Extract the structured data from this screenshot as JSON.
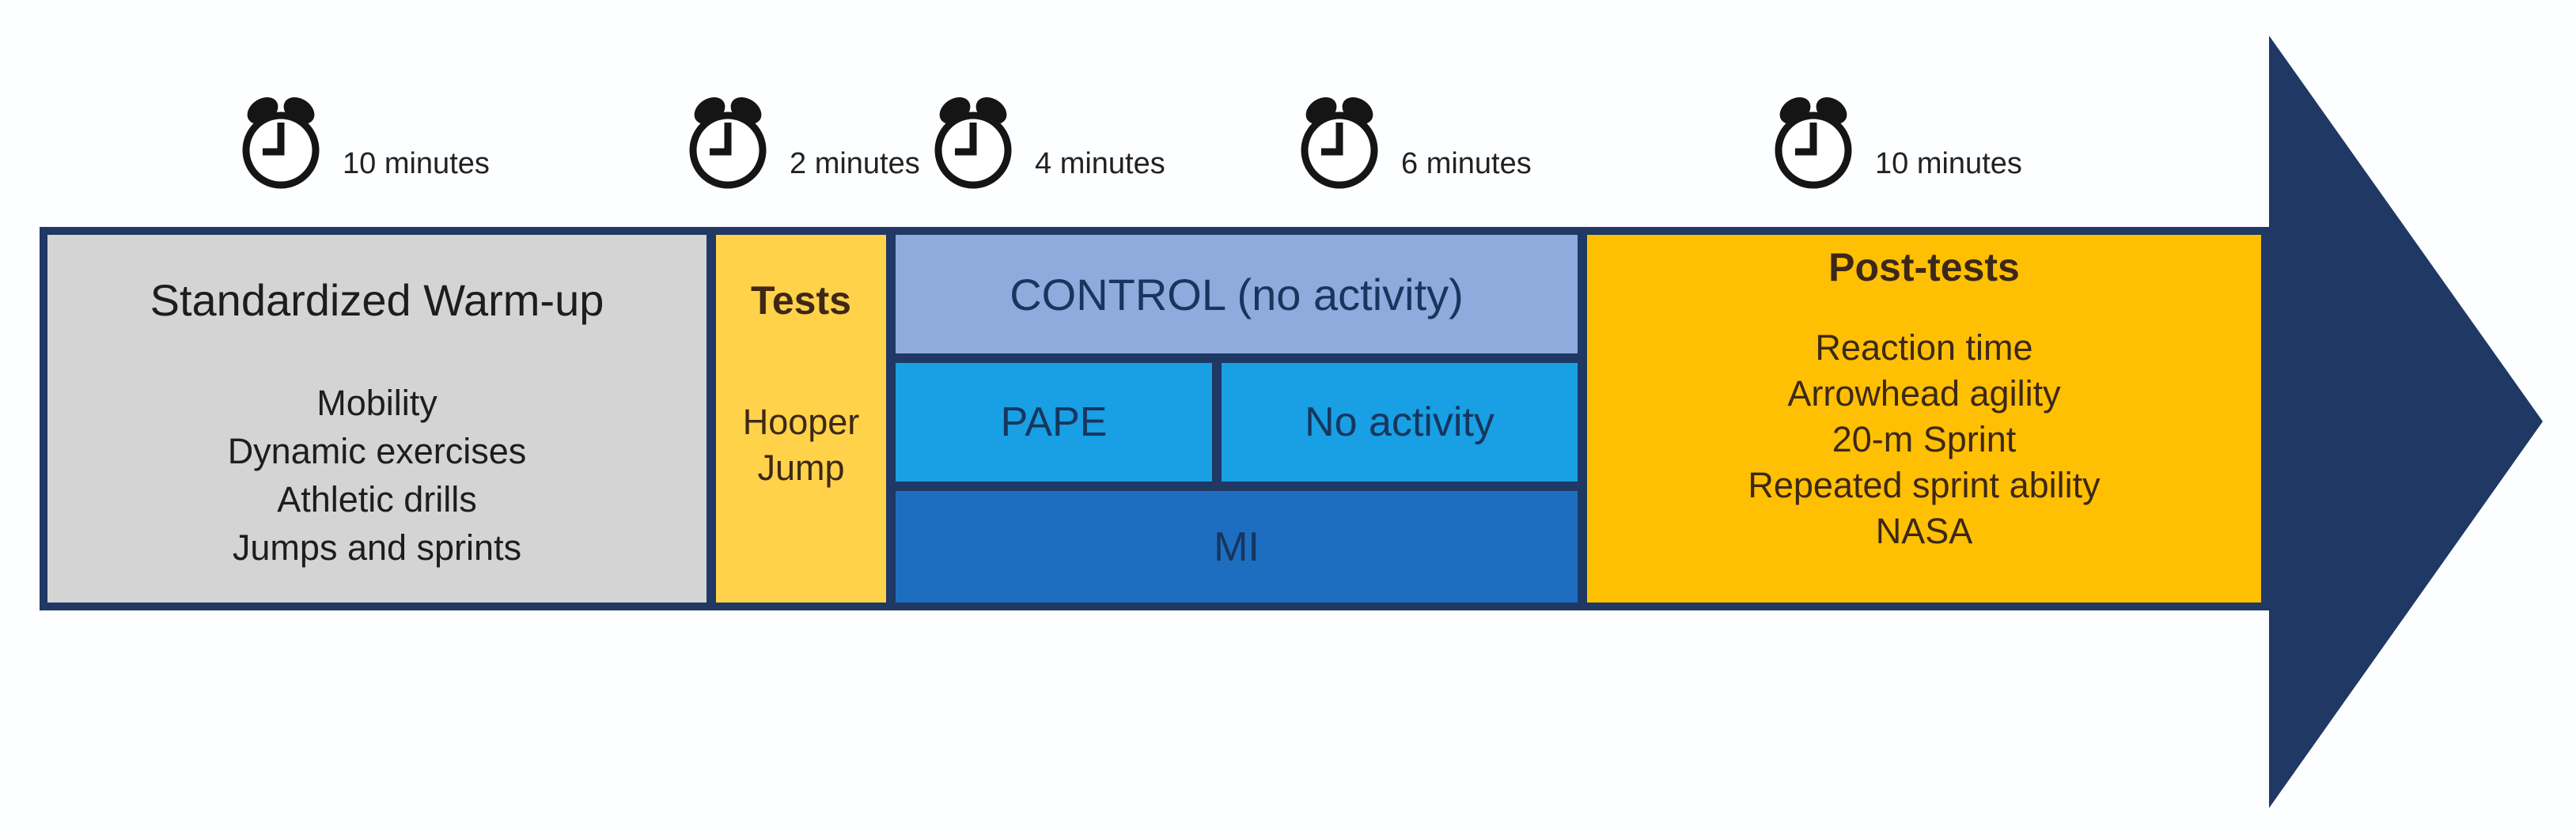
{
  "diagram": {
    "description": "Experimental protocol timeline",
    "durations": [
      {
        "label": "10 minutes"
      },
      {
        "label": "2 minutes"
      },
      {
        "label": "4 minutes"
      },
      {
        "label": "6 minutes"
      },
      {
        "label": "10 minutes"
      }
    ],
    "boxes": {
      "warmup": {
        "title": "Standardized Warm-up",
        "items": [
          "Mobility",
          "Dynamic exercises",
          "Athletic drills",
          "Jumps and sprints"
        ]
      },
      "tests": {
        "title": "Tests",
        "items": [
          "Hooper",
          "Jump"
        ]
      },
      "control": {
        "label": "CONTROL (no activity)"
      },
      "pape": {
        "label": "PAPE"
      },
      "no_activity": {
        "label": "No activity"
      },
      "mi": {
        "label": "MI"
      },
      "post_tests": {
        "title": "Post-tests",
        "items": [
          "Reaction time",
          "Arrowhead agility",
          "20-m Sprint",
          "Repeated sprint ability",
          "NASA"
        ]
      }
    },
    "colors": {
      "navy": "#1F3864",
      "navy-text": "#17365D",
      "gray": "#D4D4D4",
      "gold": "#FFD24A",
      "amber": "#FFC003",
      "periwinkle": "#8FAADC",
      "cyan": "#189FE4",
      "blue": "#1D6EC1",
      "brown": "#3D2817"
    }
  }
}
